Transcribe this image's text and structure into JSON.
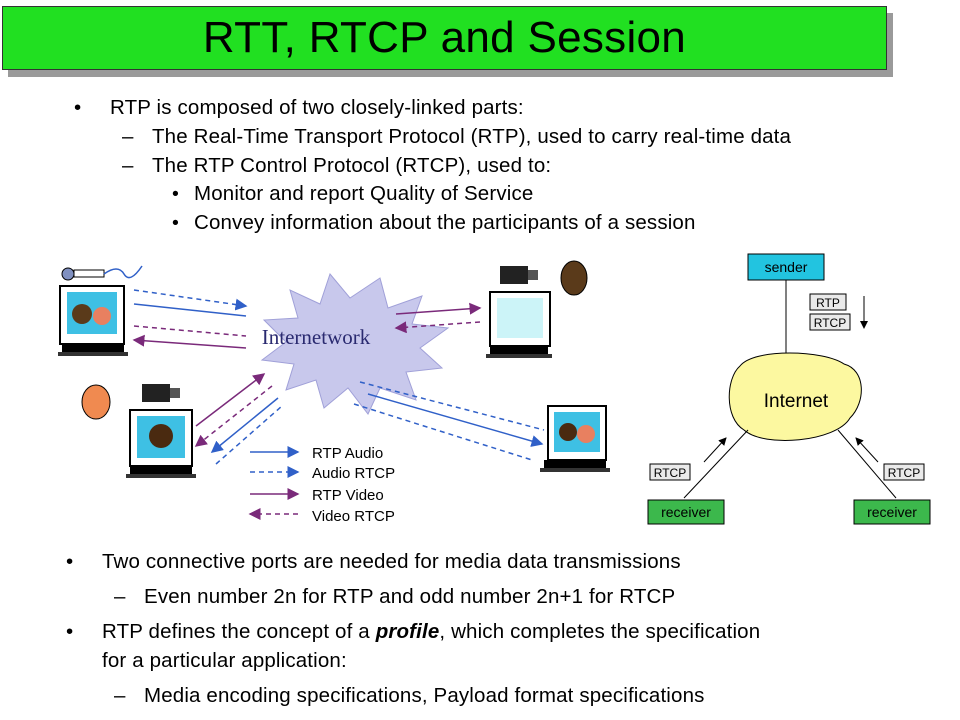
{
  "title": "RTT, RTCP and Session",
  "bullets_top": {
    "b1": "RTP is composed of two closely-linked parts:",
    "b1_sub1": "The Real-Time Transport Protocol (RTP), used to carry real-time data",
    "b1_sub2": "The RTP Control Protocol (RTCP), used to:",
    "b1_sub2_a": "Monitor and report Quality of Service",
    "b1_sub2_b": "Convey information about the participants of a session"
  },
  "bullet_marker": "•",
  "dash_marker": "–",
  "left_diagram": {
    "cloud_label": "Internetwork",
    "legend": [
      "RTP Audio",
      "Audio RTCP",
      "RTP Video",
      "Video RTCP"
    ],
    "colors": {
      "audio": "#3060c8",
      "video": "#7a2a7a",
      "cloud": "#c8c8ec"
    }
  },
  "right_diagram": {
    "sender": "sender",
    "rtp": "RTP",
    "rtcp": "RTCP",
    "internet": "Internet",
    "rtcp_left": "RTCP",
    "rtcp_right": "RTCP",
    "receiver_left": "receiver",
    "receiver_right": "receiver",
    "colors": {
      "sender_box": "#22c4e0",
      "receiver_box": "#3cb84c",
      "cloud": "#fcf8a0"
    }
  },
  "bullets_bottom": {
    "b2": "Two connective ports are needed for media data transmissions",
    "b2_sub1": "Even number 2n for RTP and odd number 2n+1 for RTCP",
    "b3_pre": "RTP defines the concept of a ",
    "b3_em": "profile",
    "b3_post": ", which completes the specification",
    "b3_line2": "for a particular application:",
    "b3_sub1": "Media encoding specifications, Payload format specifications"
  }
}
